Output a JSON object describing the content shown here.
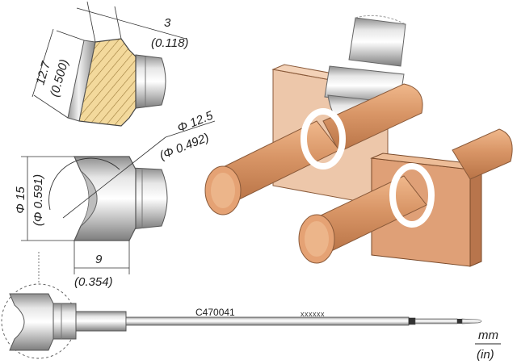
{
  "dimensions": {
    "length_mm": "12.7",
    "length_in": "(0.500)",
    "thickness_mm": "3",
    "thickness_in": "(0.118)",
    "radius_mm": "Φ 12.5",
    "radius_in": "(Φ 0.492)",
    "width_mm": "Φ 15",
    "width_in": "(Φ 0.591)",
    "depth_mm": "9",
    "depth_in": "(0.354)"
  },
  "cartridge": {
    "part_number": "C470041",
    "code": "xxxxxx"
  },
  "units": {
    "metric": "mm",
    "imperial": "(in)"
  },
  "colors": {
    "copper": "#d4956a",
    "plate": "#e3ad88",
    "steel": "#c9c9c9",
    "hatch": "#f1d79a"
  }
}
